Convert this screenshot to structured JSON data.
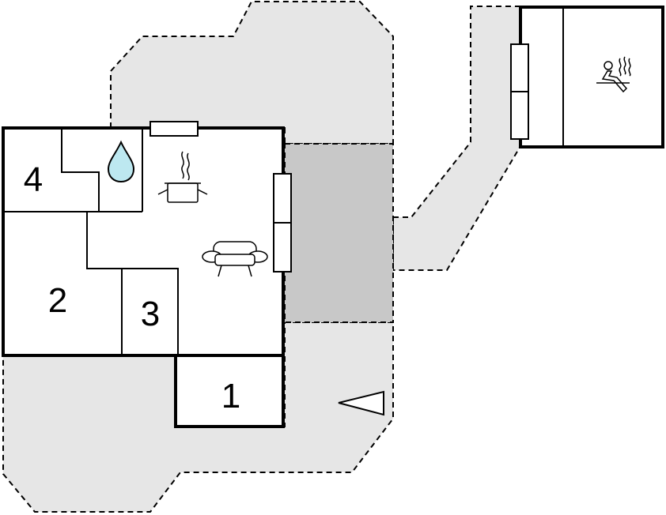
{
  "rooms": {
    "room_1": "1",
    "room_2": "2",
    "room_3": "3",
    "room_4": "4"
  },
  "icons": {
    "water": "water-drop-icon",
    "kitchen": "cooking-pot-icon",
    "living": "sofa-icon",
    "sauna": "sauna-icon",
    "entrance": "entrance-arrow-icon"
  },
  "colors": {
    "walls": "#000000",
    "outdoor_area": "#e6e6e6",
    "terrace": "#c8c8c8",
    "water_drop": "#bde8f0"
  }
}
